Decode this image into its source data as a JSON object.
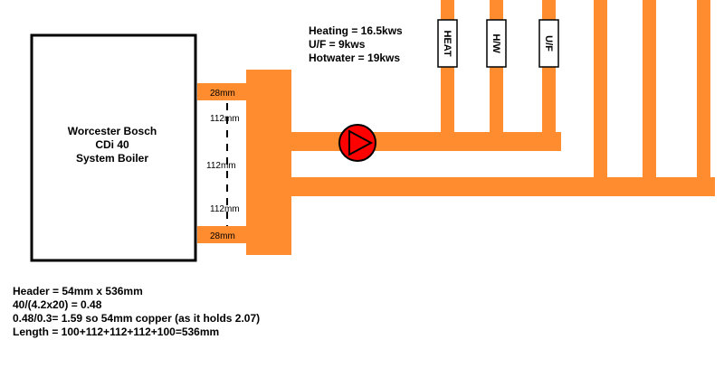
{
  "colors": {
    "pipe": "#ff8c2e",
    "pump": "#ff0000",
    "outline": "#000000",
    "background": "#ffffff"
  },
  "boiler": {
    "line1": "Worcester Bosch",
    "line2": "CDi 40",
    "line3": "System Boiler"
  },
  "connections": {
    "flow_size": "28mm",
    "return_size": "28mm"
  },
  "spacings": [
    "112mm",
    "112mm",
    "112mm"
  ],
  "loads": {
    "heating": "Heating = 16.5kws",
    "underfloor": "U/F = 9kws",
    "hotwater": "Hotwater = 19kws"
  },
  "zones": [
    {
      "label": "HEAT"
    },
    {
      "label": "H/W"
    },
    {
      "label": "U/F"
    }
  ],
  "notes": [
    "Header =  54mm x 536mm",
    "40/(4.2x20) = 0.48",
    "0.48/0.3= 1.59 so 54mm copper (as it holds 2.07)",
    "Length = 100+112+112+112+100=536mm"
  ]
}
